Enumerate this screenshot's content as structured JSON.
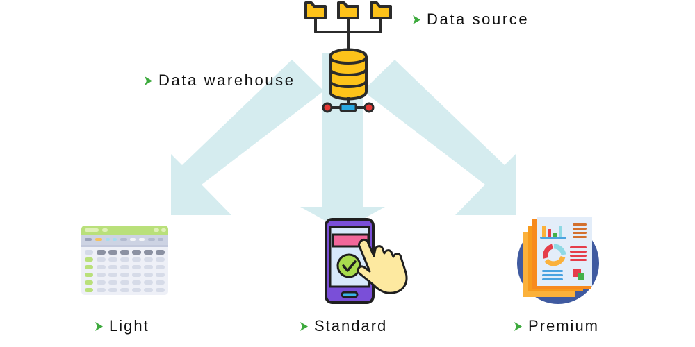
{
  "diagram": {
    "type": "flow",
    "source": {
      "label": "Data source",
      "icon": "folders-tree-icon"
    },
    "hub": {
      "label": "Data warehouse",
      "icon": "database-server-icon"
    },
    "tiers": [
      {
        "label": "Light",
        "icon": "spreadsheet-table-icon"
      },
      {
        "label": "Standard",
        "icon": "smartphone-tap-icon"
      },
      {
        "label": "Premium",
        "icon": "report-document-icon"
      }
    ],
    "edges": [
      {
        "from": "Data warehouse",
        "to": "Light"
      },
      {
        "from": "Data warehouse",
        "to": "Standard"
      },
      {
        "from": "Data warehouse",
        "to": "Premium"
      }
    ],
    "bullet_icon": "green-chevron-icon",
    "colors": {
      "arrow_fill": "#d5ecef",
      "bullet_green": "#3daa3d",
      "text": "#111111",
      "folder_yellow": "#fdc21a",
      "outline": "#2b2b2b"
    }
  }
}
